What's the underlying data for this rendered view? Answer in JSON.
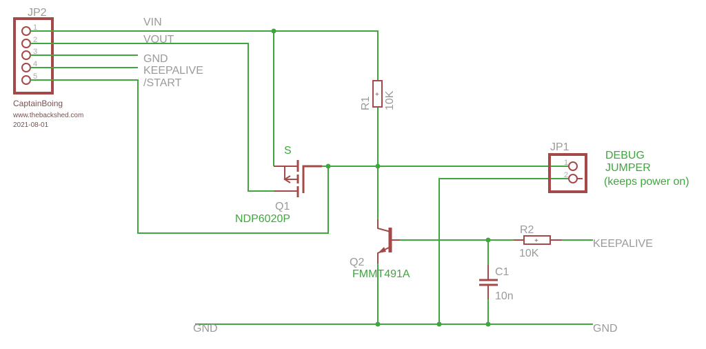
{
  "jp2": {
    "name": "JP2",
    "pins": [
      "1",
      "2",
      "3",
      "4",
      "5"
    ],
    "author": "CaptainBoing",
    "site": "www.thebackshed.com",
    "date": "2021-08-01"
  },
  "nets": {
    "vin": "VIN",
    "vout": "VOUT",
    "gnd": "GND",
    "keepalive": "KEEPALIVE",
    "start": "/START",
    "gnd_left": "GND",
    "gnd_right": "GND",
    "keepalive_right": "KEEPALIVE"
  },
  "r1": {
    "name": "R1",
    "value": "10K"
  },
  "r2": {
    "name": "R2",
    "value": "10K"
  },
  "q1": {
    "name": "Q1",
    "value": "NDP6020P",
    "pin_label": "S"
  },
  "q2": {
    "name": "Q2",
    "value": "FMMT491A"
  },
  "c1": {
    "name": "C1",
    "value": "10n"
  },
  "jp1": {
    "name": "JP1",
    "pins": [
      "1",
      "2"
    ],
    "note_line1": "DEBUG",
    "note_line2": "JUMPER",
    "note_line3": "(keeps power on)"
  },
  "colors": {
    "wire": "#3fa63f",
    "part": "#a54848",
    "label": "#9a9a9a"
  }
}
